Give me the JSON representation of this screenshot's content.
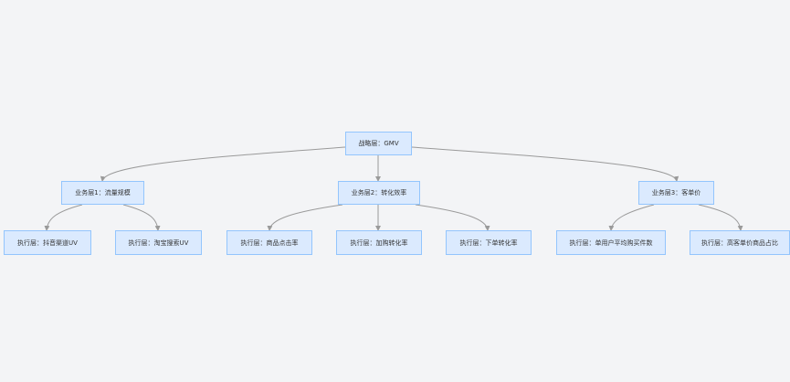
{
  "nodes": {
    "root": "战略层：GMV",
    "business_1": "业务层1：流量规模",
    "business_2": "业务层2：转化效率",
    "business_3": "业务层3：客单价",
    "exec_1": "执行层：抖音渠道UV",
    "exec_2": "执行层：淘宝搜索UV",
    "exec_3": "执行层：商品点击率",
    "exec_4": "执行层：加购转化率",
    "exec_5": "执行层：下单转化率",
    "exec_6": "执行层：单用户平均购买件数",
    "exec_7": "执行层：高客单价商品占比"
  },
  "colors": {
    "background": "#f3f4f6",
    "node_fill": "#dbeafe",
    "node_border": "#93c5fd",
    "edge": "#9a9a9a",
    "text": "#333333"
  }
}
